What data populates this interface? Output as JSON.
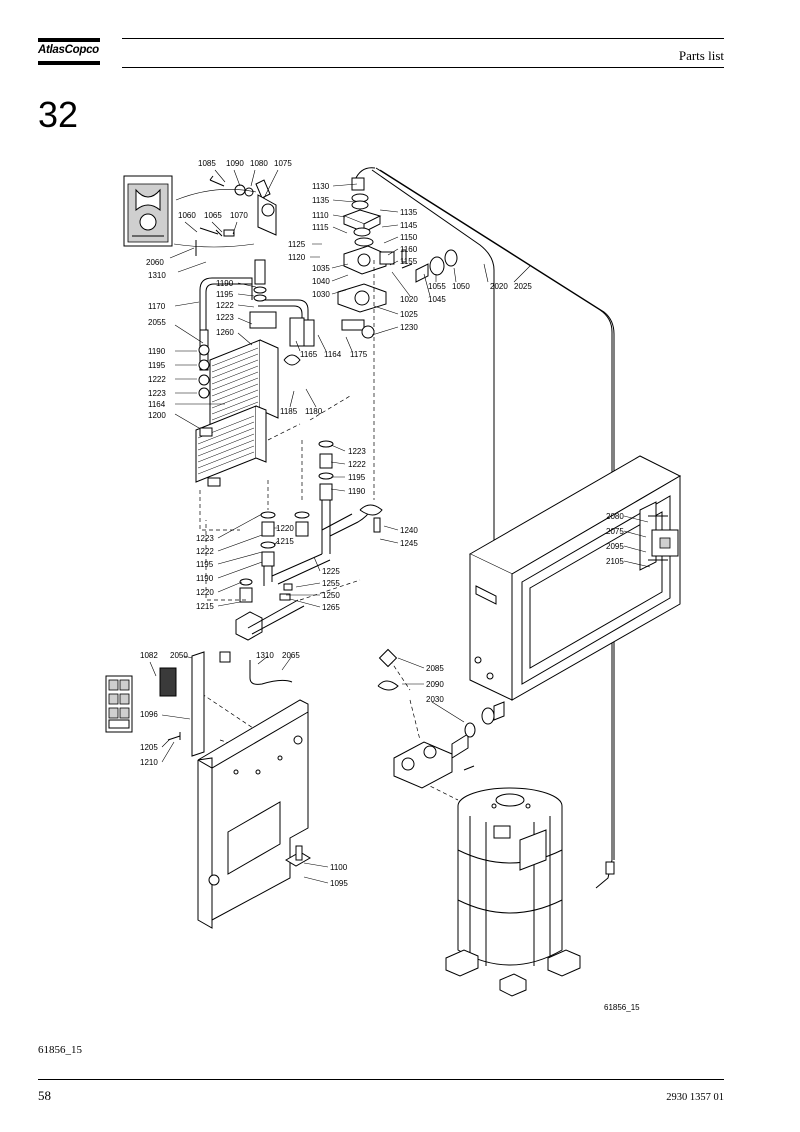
{
  "header": {
    "brand": "AtlasCopco",
    "title": "Parts list"
  },
  "section_number": "32",
  "figure": {
    "drawing_id": "61856_15",
    "caption": "61856_15",
    "part_labels": [
      "1085",
      "1090",
      "1080",
      "1075",
      "1060",
      "1065",
      "1070",
      "2060",
      "1310",
      "1125",
      "1120",
      "1130",
      "1135",
      "1110",
      "1115",
      "1135",
      "1145",
      "1150",
      "1160",
      "1155",
      "1035",
      "1040",
      "1030",
      "1055",
      "1050",
      "1020",
      "1045",
      "2020",
      "2025",
      "1025",
      "1230",
      "1190",
      "1195",
      "1222",
      "1223",
      "1260",
      "1165",
      "1164",
      "1175",
      "1170",
      "2055",
      "1190",
      "1195",
      "1222",
      "1223",
      "1164",
      "1200",
      "1185",
      "1180",
      "1223",
      "1222",
      "1195",
      "1190",
      "1240",
      "1245",
      "1223",
      "1222",
      "1195",
      "1190",
      "1220",
      "1215",
      "1220",
      "1215",
      "1225",
      "1255",
      "1250",
      "1265",
      "2080",
      "2075",
      "2095",
      "2105",
      "1082",
      "2050",
      "1310",
      "2065",
      "1096",
      "1205",
      "1210",
      "2085",
      "2090",
      "2030",
      "1100",
      "1095"
    ]
  },
  "footer": {
    "page_number": "58",
    "document_number": "2930 1357 01"
  }
}
